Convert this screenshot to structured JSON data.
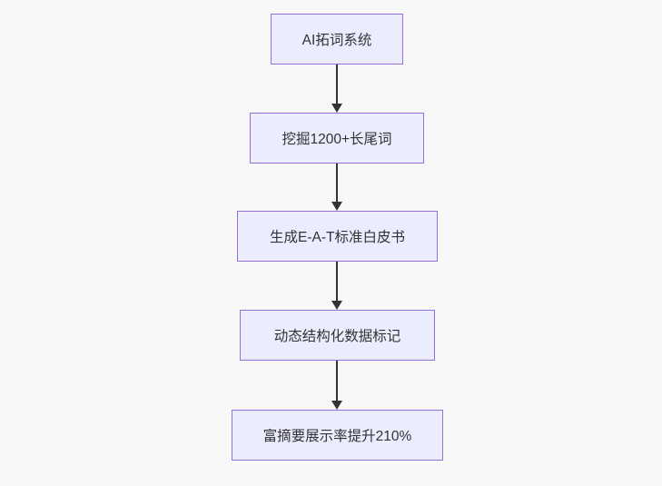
{
  "diagram": {
    "type": "flowchart",
    "direction": "top-down",
    "nodes": [
      {
        "id": "node-1",
        "label": "AI拓词系统"
      },
      {
        "id": "node-2",
        "label": "挖掘1200+长尾词"
      },
      {
        "id": "node-3",
        "label": "生成E-A-T标准白皮书"
      },
      {
        "id": "node-4",
        "label": "动态结构化数据标记"
      },
      {
        "id": "node-5",
        "label": "富摘要展示率提升210%"
      }
    ],
    "edges": [
      {
        "from": "node-1",
        "to": "node-2"
      },
      {
        "from": "node-2",
        "to": "node-3"
      },
      {
        "from": "node-3",
        "to": "node-4"
      },
      {
        "from": "node-4",
        "to": "node-5"
      }
    ]
  },
  "colors": {
    "background": "#f8f8f8",
    "node_fill": "#ececff",
    "node_border": "#9370db",
    "text": "#333333",
    "line": "#333333"
  }
}
